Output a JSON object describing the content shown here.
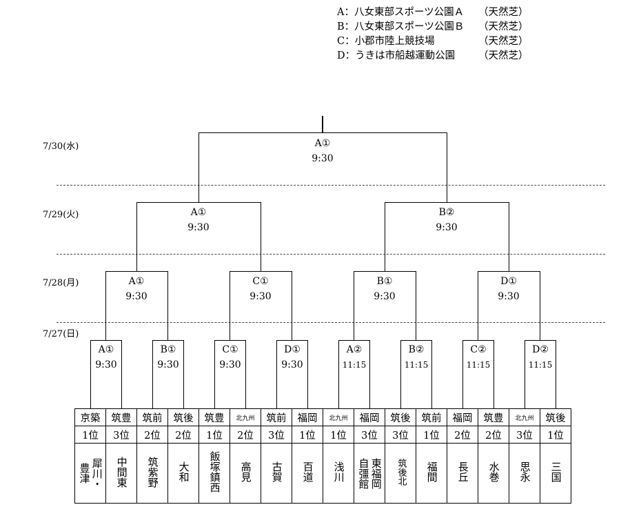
{
  "legend": [
    {
      "key": "A：八女東部スポーツ公園Ａ",
      "surface": "（天然芝）"
    },
    {
      "key": "B：八女東部スポーツ公園Ｂ",
      "surface": "（天然芝）"
    },
    {
      "key": "C：小郡市陸上競技場",
      "surface": "（天然芝）"
    },
    {
      "key": "D：うきは市船越運動公園",
      "surface": "（天然芝）"
    }
  ],
  "dates": {
    "d30": "7/30(水)",
    "d29": "7/29(火)",
    "d28": "7/28(月)",
    "d27": "7/27(日)"
  },
  "final": {
    "venue": "A①",
    "time": "9:30"
  },
  "semis": [
    {
      "venue": "A①",
      "time": "9:30"
    },
    {
      "venue": "B②",
      "time": "9:30"
    }
  ],
  "quarters": [
    {
      "venue": "A①",
      "time": "9:30"
    },
    {
      "venue": "C①",
      "time": "9:30"
    },
    {
      "venue": "B①",
      "time": "9:30"
    },
    {
      "venue": "D①",
      "time": "9:30"
    }
  ],
  "first_round": [
    {
      "venue": "A①",
      "time": "9:30"
    },
    {
      "venue": "B①",
      "time": "9:30"
    },
    {
      "venue": "C①",
      "time": "9:30"
    },
    {
      "venue": "D①",
      "time": "9:30"
    },
    {
      "venue": "A②",
      "time": "11:15"
    },
    {
      "venue": "B②",
      "time": "11:15"
    },
    {
      "venue": "C②",
      "time": "11:15"
    },
    {
      "venue": "D②",
      "time": "11:15"
    }
  ],
  "teams": [
    {
      "pref": "京築",
      "rank": "1位",
      "name_col1": "犀川・",
      "name_col2": "豊津"
    },
    {
      "pref": "筑豊",
      "rank": "3位",
      "name": "中間東"
    },
    {
      "pref": "筑前",
      "rank": "2位",
      "name": "筑紫野"
    },
    {
      "pref": "筑後",
      "rank": "2位",
      "name": "大和"
    },
    {
      "pref": "筑豊",
      "rank": "1位",
      "name": "飯塚鎮西"
    },
    {
      "pref": "北九州",
      "rank": "2位",
      "name": "高見"
    },
    {
      "pref": "筑前",
      "rank": "3位",
      "name": "古賀"
    },
    {
      "pref": "福岡",
      "rank": "1位",
      "name": "百道"
    },
    {
      "pref": "北九州",
      "rank": "1位",
      "name": "浅川"
    },
    {
      "pref": "福岡",
      "rank": "3位",
      "name_col1": "東福岡",
      "name_col2": "自彊館"
    },
    {
      "pref": "筑後",
      "rank": "3位",
      "name": "筑後北"
    },
    {
      "pref": "筑前",
      "rank": "1位",
      "name": "福間"
    },
    {
      "pref": "福岡",
      "rank": "2位",
      "name": "長丘"
    },
    {
      "pref": "筑豊",
      "rank": "2位",
      "name": "水巻"
    },
    {
      "pref": "北九州",
      "rank": "3位",
      "name": "思永"
    },
    {
      "pref": "筑後",
      "rank": "1位",
      "name": "三国"
    }
  ]
}
